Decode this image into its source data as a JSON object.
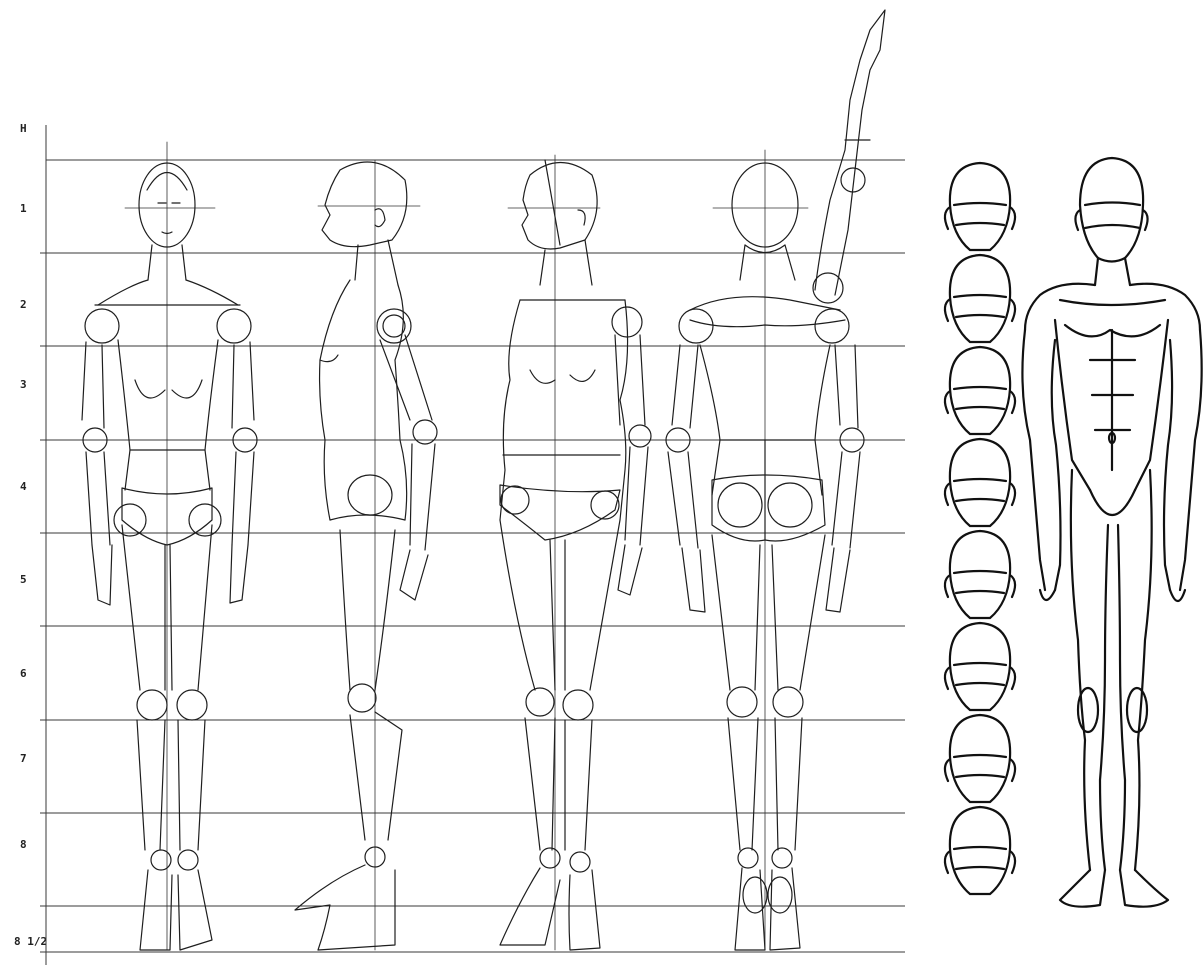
{
  "scale": {
    "header": "H",
    "labels": [
      "1",
      "2",
      "3",
      "4",
      "5",
      "6",
      "7",
      "8",
      "8 1/2"
    ]
  },
  "figures": [
    {
      "name": "female-front-view"
    },
    {
      "name": "female-side-view"
    },
    {
      "name": "female-three-quarter-view"
    },
    {
      "name": "female-back-view"
    },
    {
      "name": "head-units-column"
    },
    {
      "name": "male-front-view"
    }
  ],
  "head_units_count": 8
}
